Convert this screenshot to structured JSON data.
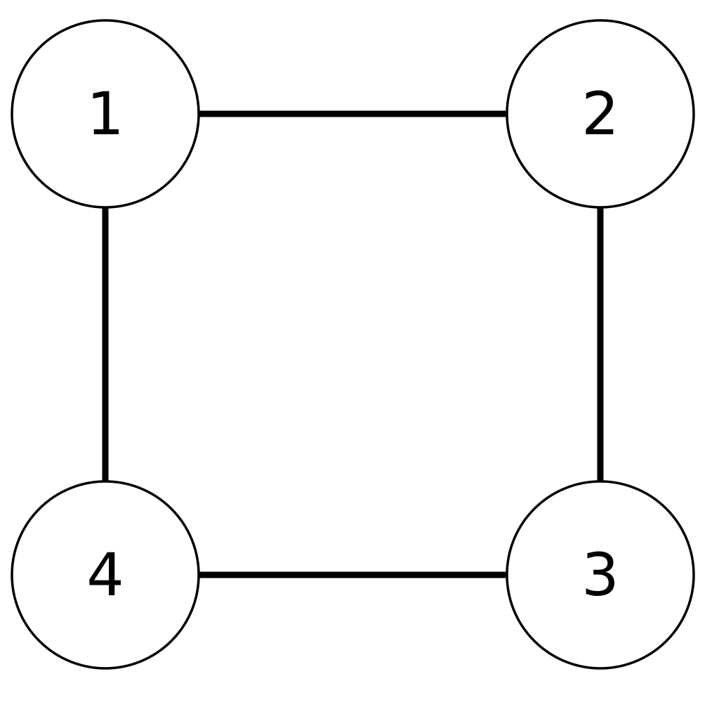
{
  "graph": {
    "nodes": [
      {
        "id": "1",
        "label": "1"
      },
      {
        "id": "2",
        "label": "2"
      },
      {
        "id": "3",
        "label": "3"
      },
      {
        "id": "4",
        "label": "4"
      }
    ],
    "edges": [
      {
        "from": "1",
        "to": "2"
      },
      {
        "from": "2",
        "to": "3"
      },
      {
        "from": "3",
        "to": "4"
      },
      {
        "from": "4",
        "to": "1"
      }
    ]
  },
  "colors": {
    "stroke": "#000000",
    "fill": "#ffffff"
  }
}
